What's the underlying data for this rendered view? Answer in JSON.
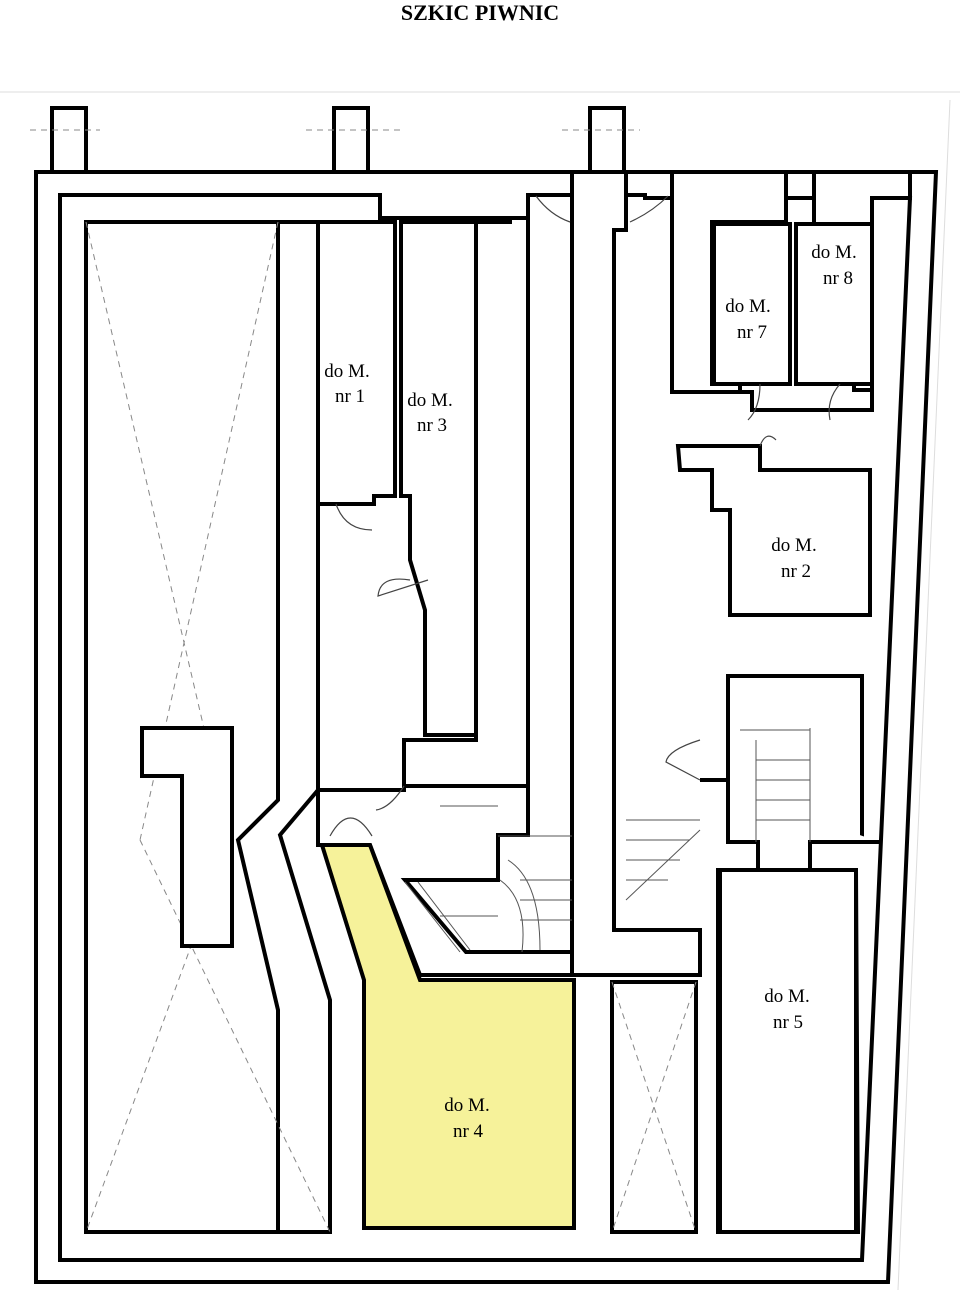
{
  "page": {
    "title": "SZKIC PIWNIC"
  },
  "colors": {
    "highlight": "#f6f29a",
    "wall": "#000000",
    "background": "#ffffff"
  },
  "rooms": {
    "m1": {
      "line1": "do M.",
      "line2": "nr 1"
    },
    "m2": {
      "line1": "do M.",
      "line2": "nr 2"
    },
    "m3": {
      "line1": "do M.",
      "line2": "nr 3"
    },
    "m4": {
      "line1": "do M.",
      "line2": "nr 4"
    },
    "m5": {
      "line1": "do M.",
      "line2": "nr 5"
    },
    "m7": {
      "line1": "do M.",
      "line2": "nr 7"
    },
    "m8": {
      "line1": "do M.",
      "line2": "nr 8"
    }
  }
}
